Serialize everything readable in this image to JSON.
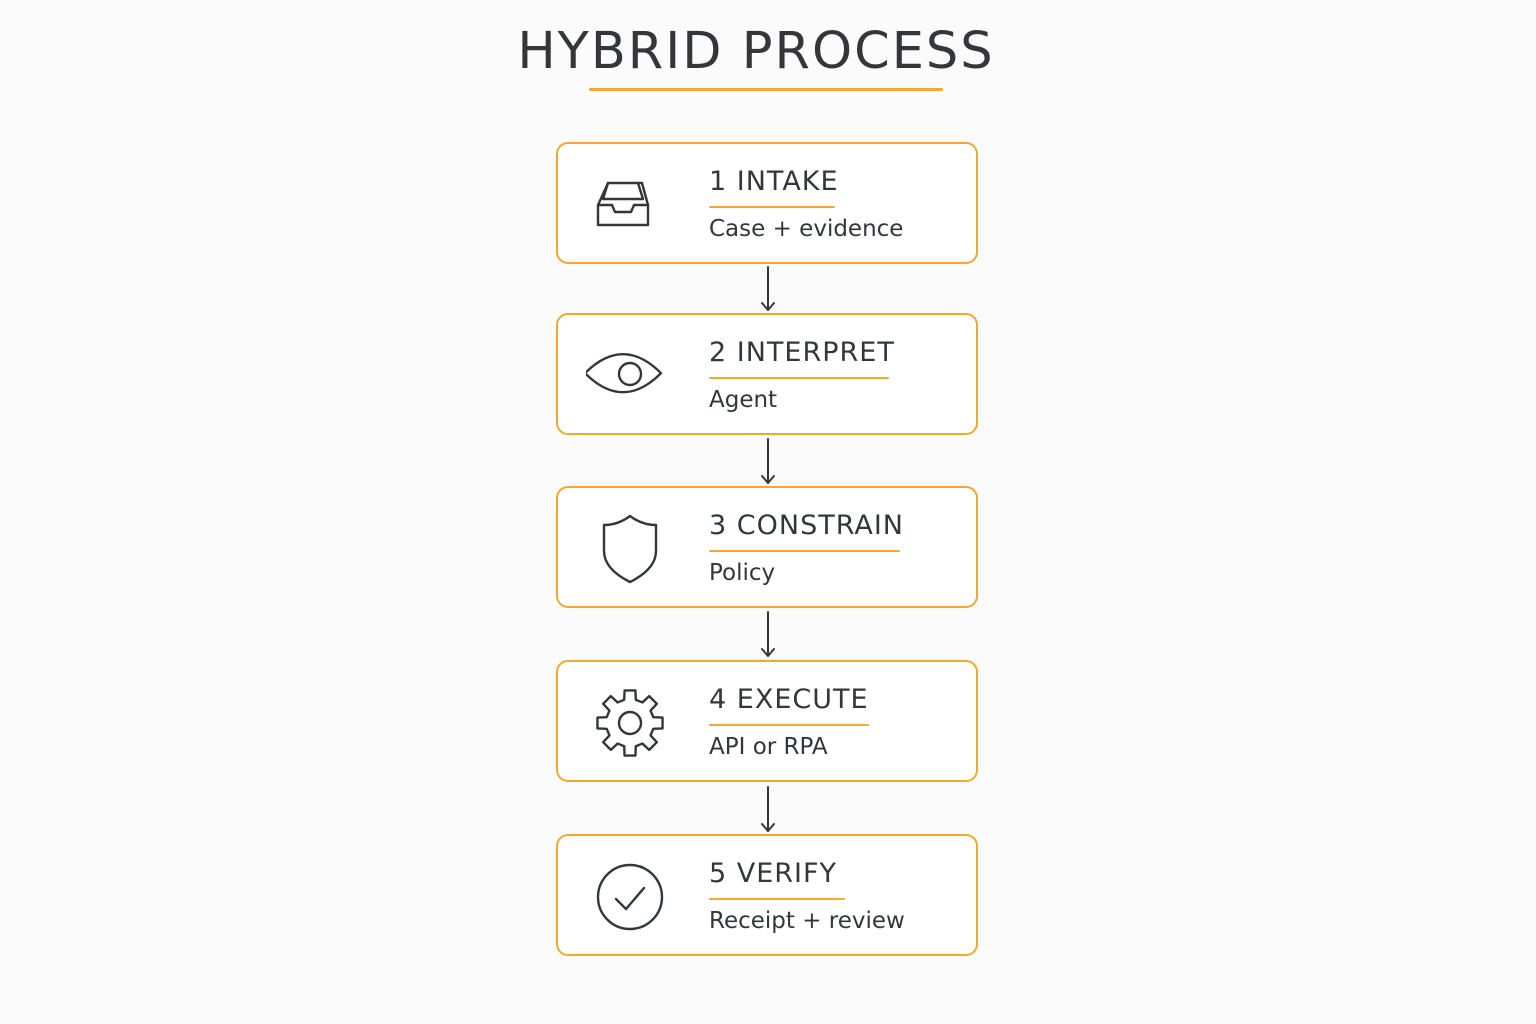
{
  "title": "HYBRID PROCESS",
  "colors": {
    "accent": "#f0a92e",
    "text": "#33363b",
    "background": "#fbfbfb"
  },
  "steps": [
    {
      "number": "1",
      "title": "1 INTAKE",
      "subtitle": "Case + evidence",
      "icon": "inbox-tray-icon"
    },
    {
      "number": "2",
      "title": "2 INTERPRET",
      "subtitle": "Agent",
      "icon": "eye-icon"
    },
    {
      "number": "3",
      "title": "3 CONSTRAIN",
      "subtitle": "Policy",
      "icon": "shield-icon"
    },
    {
      "number": "4",
      "title": "4 EXECUTE",
      "subtitle": "API or RPA",
      "icon": "gear-icon"
    },
    {
      "number": "5",
      "title": "5 VERIFY",
      "subtitle": "Receipt + review",
      "icon": "check-circle-icon"
    }
  ]
}
